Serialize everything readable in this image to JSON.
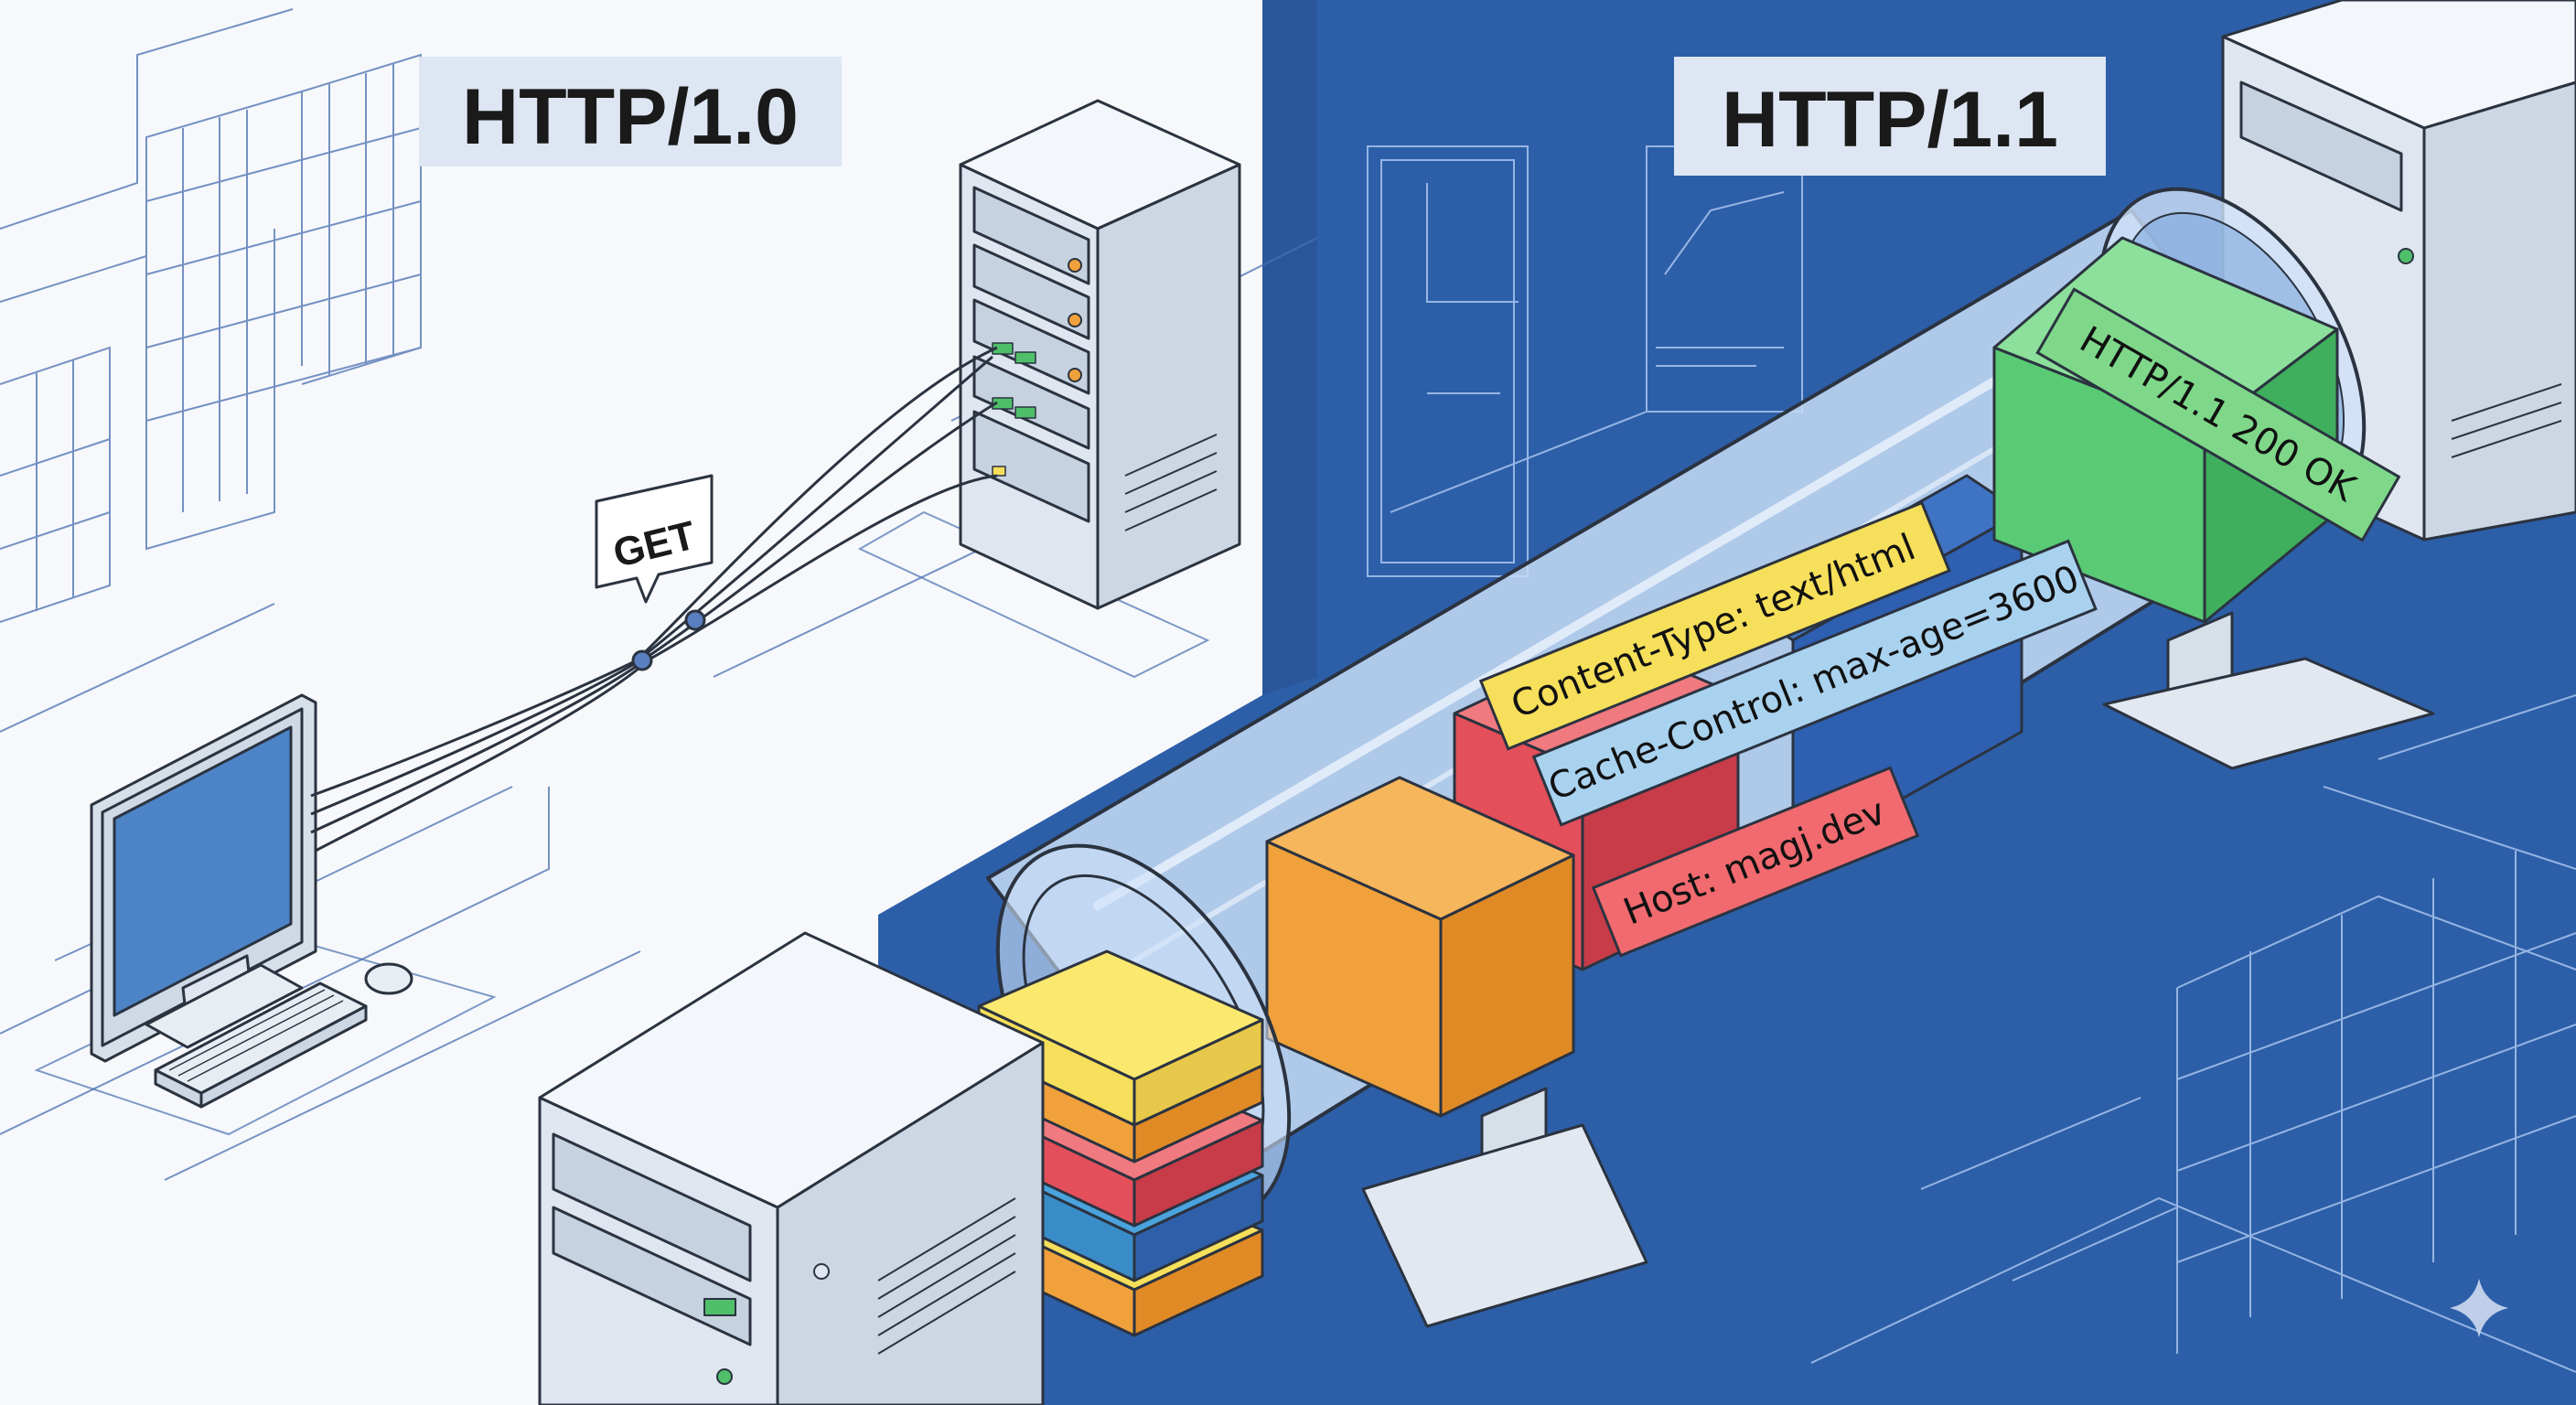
{
  "titles": {
    "left": "HTTP/1.0",
    "right": "HTTP/1.1"
  },
  "bubble": {
    "text": "GET"
  },
  "headers": [
    {
      "text": "Content-Type: text/html",
      "color": "#f6df5a"
    },
    {
      "text": "Cache-Control: max-age=3600",
      "color": "#a9d2ef"
    },
    {
      "text": "Host: magj.dev",
      "color": "#f06a6f"
    }
  ],
  "response": {
    "text": "HTTP/1.1 200 OK",
    "color": "#7fd88a"
  },
  "colors": {
    "panel_left": "#f6f8fb",
    "panel_right": "#2d5fa8",
    "line_blue": "#2f5fa8",
    "server_body": "#eef2f7",
    "cube_orange": "#f0a13b",
    "cube_green": "#4fbf6a",
    "cube_red": "#e34f5a",
    "cube_yellow": "#f6df5a"
  }
}
